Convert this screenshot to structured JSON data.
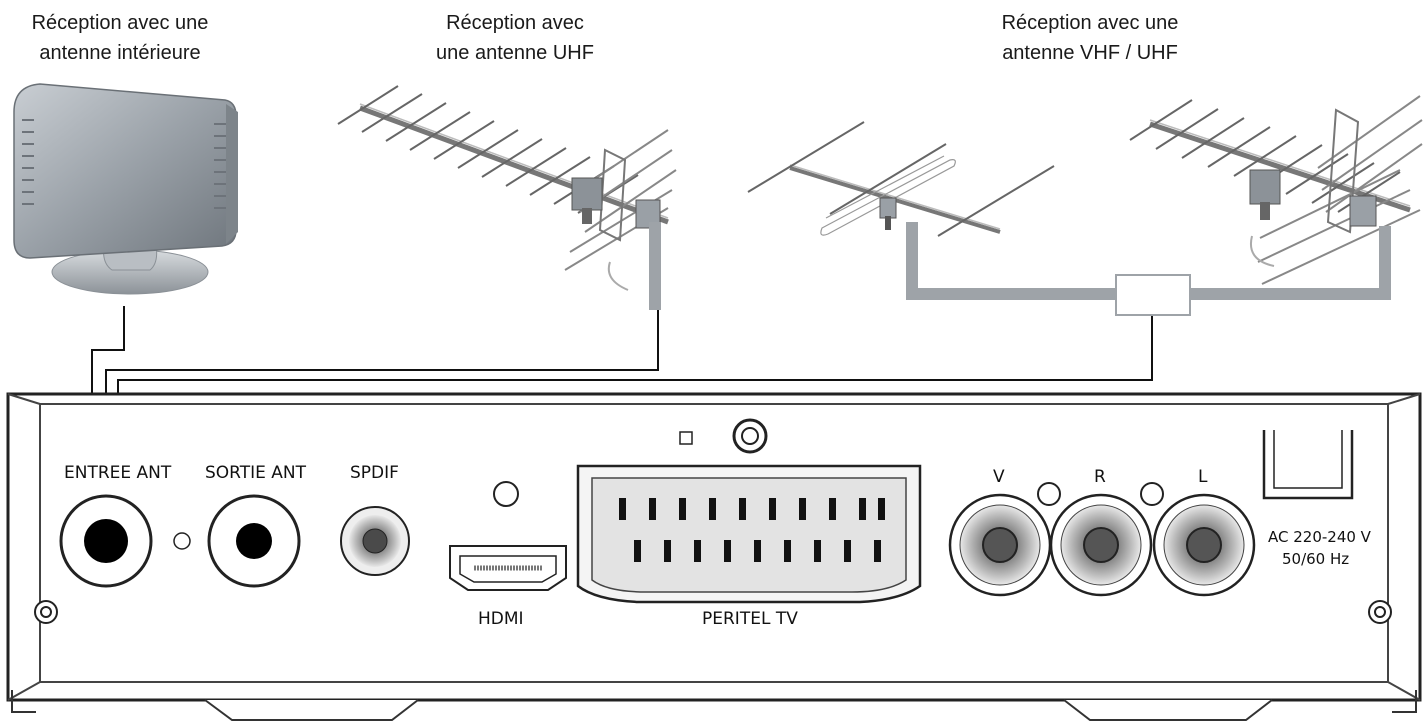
{
  "captions": {
    "indoor": [
      "Réception avec une",
      "antenne intérieure"
    ],
    "uhf": [
      "Réception avec",
      "une antenne UHF"
    ],
    "vhf_uhf": [
      "Réception avec une",
      "antenne VHF / UHF"
    ]
  },
  "panel": {
    "entree_ant": "ENTREE ANT",
    "sortie_ant": "SORTIE ANT",
    "spdif": "SPDIF",
    "hdmi": "HDMI",
    "peritel": "PERITEL TV",
    "v": "V",
    "r": "R",
    "l": "L",
    "power_line1": "AC 220-240 V",
    "power_line2": "50/60 Hz"
  }
}
